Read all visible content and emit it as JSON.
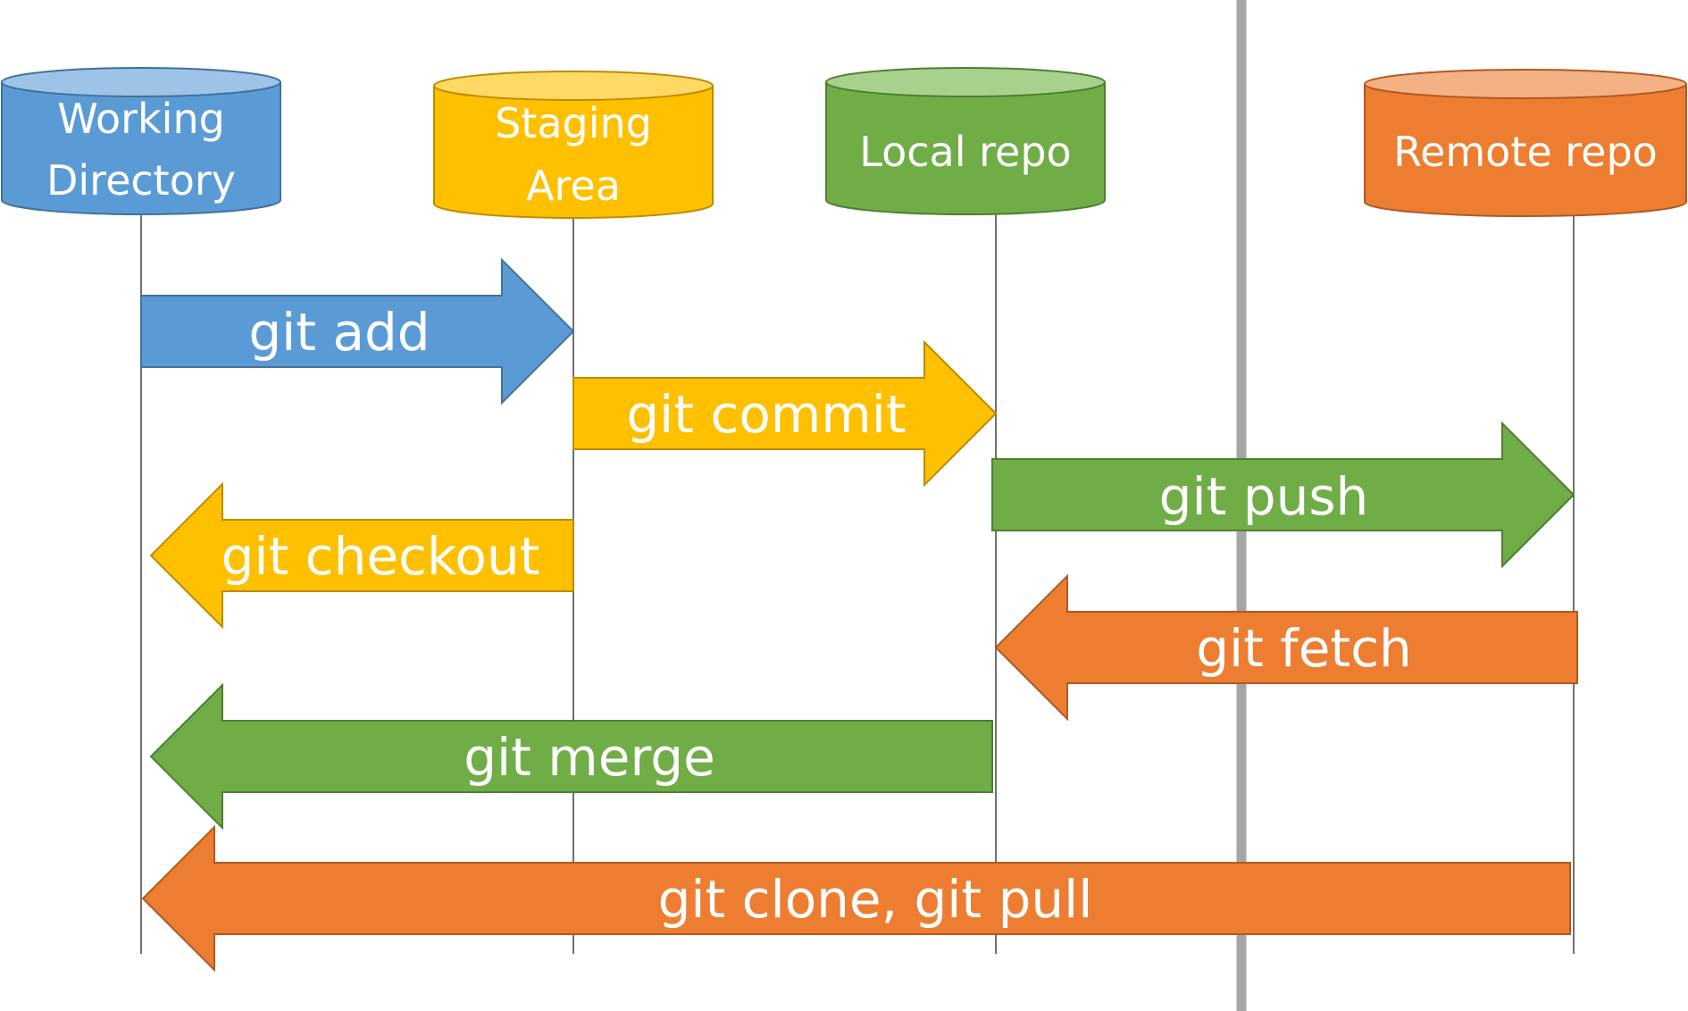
{
  "colors": {
    "blue": "#5B9BD5",
    "blue_light": "#9DC3E6",
    "blue_dark": "#41719C",
    "yellow": "#FFC000",
    "yellow_light": "#FFD966",
    "yellow_dark": "#BC8C00",
    "green": "#70AD47",
    "green_light": "#A9D18E",
    "green_dark": "#507E32",
    "orange": "#ED7D31",
    "orange_light": "#F4B183",
    "orange_dark": "#AE5A21",
    "divider": "#A6A6A6",
    "lifeline": "#404040",
    "label_text": "#FFFFFF"
  },
  "stores": {
    "working": {
      "lines": [
        "Working",
        "Directory"
      ],
      "color": "blue"
    },
    "staging": {
      "lines": [
        "Staging",
        "Area"
      ],
      "color": "yellow"
    },
    "local": {
      "lines": [
        "Local repo"
      ],
      "color": "green"
    },
    "remote": {
      "lines": [
        "Remote repo"
      ],
      "color": "orange"
    }
  },
  "commands": {
    "add": {
      "label": "git add",
      "from": "working",
      "to": "staging",
      "color": "blue"
    },
    "commit": {
      "label": "git commit",
      "from": "staging",
      "to": "local",
      "color": "yellow"
    },
    "push": {
      "label": "git push",
      "from": "local",
      "to": "remote",
      "color": "green"
    },
    "checkout": {
      "label": "git checkout",
      "from": "staging",
      "to": "working",
      "color": "yellow"
    },
    "fetch": {
      "label": "git fetch",
      "from": "remote",
      "to": "local",
      "color": "orange"
    },
    "merge": {
      "label": "git merge",
      "from": "local",
      "to": "working",
      "color": "green"
    },
    "clone_pull": {
      "label": "git clone, git pull",
      "from": "remote",
      "to": "working",
      "color": "orange"
    }
  }
}
